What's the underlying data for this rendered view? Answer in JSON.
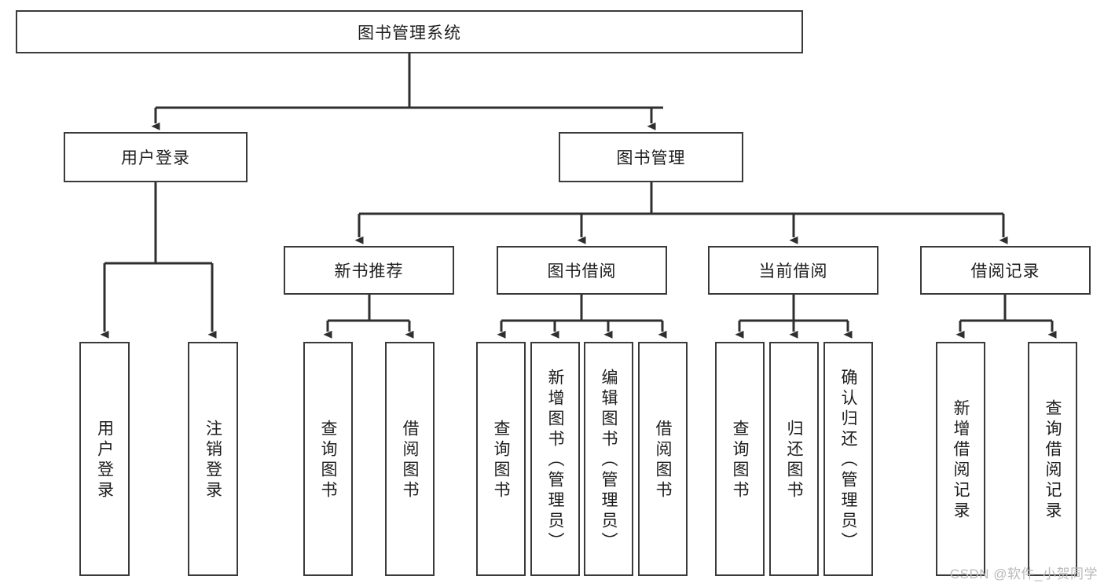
{
  "diagram": {
    "title": "图书管理系统",
    "type": "tree-hierarchy-diagram",
    "root": {
      "id": "root",
      "label": "图书管理系统",
      "orientation": "horizontal"
    },
    "level2": [
      {
        "id": "user-login",
        "label": "用户登录",
        "orientation": "horizontal"
      },
      {
        "id": "book-management",
        "label": "图书管理",
        "orientation": "horizontal"
      }
    ],
    "level3": [
      {
        "id": "new-book-recommend",
        "label": "新书推荐",
        "orientation": "horizontal",
        "parent": "book-management"
      },
      {
        "id": "book-borrow",
        "label": "图书借阅",
        "orientation": "horizontal",
        "parent": "book-management"
      },
      {
        "id": "current-borrow",
        "label": "当前借阅",
        "orientation": "horizontal",
        "parent": "book-management"
      },
      {
        "id": "borrow-record",
        "label": "借阅记录",
        "orientation": "horizontal",
        "parent": "book-management"
      }
    ],
    "leaves": [
      {
        "id": "leaf-user-login",
        "label": "用户登录",
        "orientation": "vertical",
        "parent": "user-login"
      },
      {
        "id": "leaf-user-logout",
        "label": "注销登录",
        "orientation": "vertical",
        "parent": "user-login"
      },
      {
        "id": "leaf-query-book-1",
        "label": "查询图书",
        "orientation": "vertical",
        "parent": "new-book-recommend"
      },
      {
        "id": "leaf-borrow-book-1",
        "label": "借阅图书",
        "orientation": "vertical",
        "parent": "new-book-recommend"
      },
      {
        "id": "leaf-query-book-2",
        "label": "查询图书",
        "orientation": "vertical",
        "parent": "book-borrow"
      },
      {
        "id": "leaf-add-book",
        "label": "新增图书（管理员）",
        "orientation": "vertical",
        "parent": "book-borrow"
      },
      {
        "id": "leaf-edit-book",
        "label": "编辑图书（管理员）",
        "orientation": "vertical",
        "parent": "book-borrow"
      },
      {
        "id": "leaf-borrow-book-2",
        "label": "借阅图书",
        "orientation": "vertical",
        "parent": "book-borrow"
      },
      {
        "id": "leaf-query-book-3",
        "label": "查询图书",
        "orientation": "vertical",
        "parent": "current-borrow"
      },
      {
        "id": "leaf-return-book",
        "label": "归还图书",
        "orientation": "vertical",
        "parent": "current-borrow"
      },
      {
        "id": "leaf-confirm-return",
        "label": "确认归还（管理员）",
        "orientation": "vertical",
        "parent": "current-borrow"
      },
      {
        "id": "leaf-add-record",
        "label": "新增借阅记录",
        "orientation": "vertical",
        "parent": "borrow-record"
      },
      {
        "id": "leaf-query-record",
        "label": "查询借阅记录",
        "orientation": "vertical",
        "parent": "borrow-record"
      }
    ],
    "watermark": "CSDN @软件_小贺同学",
    "colors": {
      "box_border": "#3a3a3a",
      "line": "#2f2f2f",
      "text": "#1d1d1d",
      "background": "#ffffff",
      "watermark": "#b9b9b9"
    }
  }
}
